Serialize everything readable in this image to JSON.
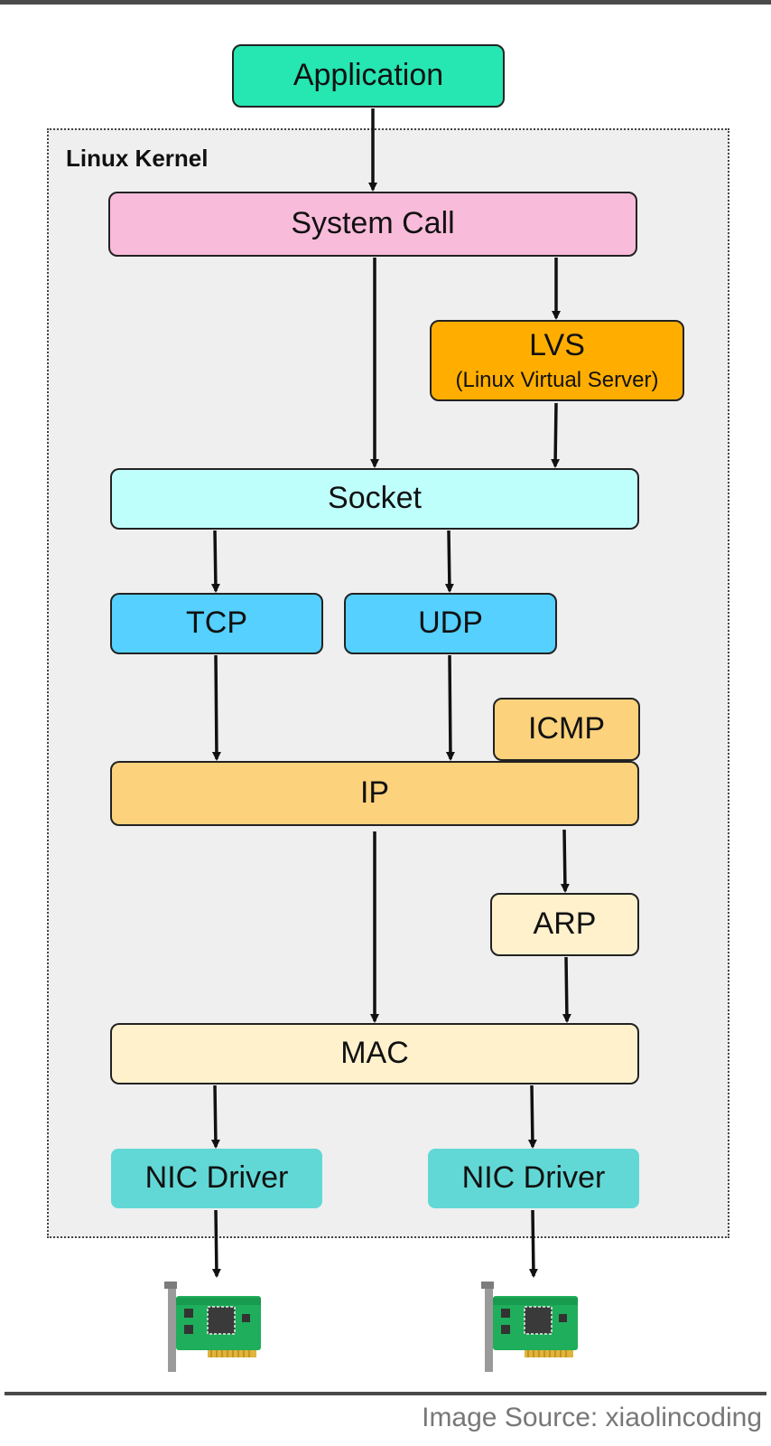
{
  "kernel": {
    "label": "Linux Kernel"
  },
  "nodes": {
    "application": "Application",
    "system_call": "System Call",
    "lvs": "LVS",
    "lvs_sub": "(Linux Virtual Server)",
    "socket": "Socket",
    "tcp": "TCP",
    "udp": "UDP",
    "icmp": "ICMP",
    "ip": "IP",
    "arp": "ARP",
    "mac": "MAC",
    "nic_driver_left": "NIC Driver",
    "nic_driver_right": "NIC Driver"
  },
  "colors": {
    "application": "#26E6B2",
    "system_call": "#F9BBDA",
    "lvs": "#FFAE00",
    "socket": "#BFFFFB",
    "tcp_udp": "#55D0FF",
    "ip_icmp": "#FCD27C",
    "arp_mac": "#FFF1CC",
    "nic_driver": "#62D8D6",
    "kernel_bg": "#EFEFEF"
  },
  "icons": [
    "network-card-icon",
    "network-card-icon"
  ],
  "footer": {
    "source": "Image Source: xiaolincoding"
  }
}
